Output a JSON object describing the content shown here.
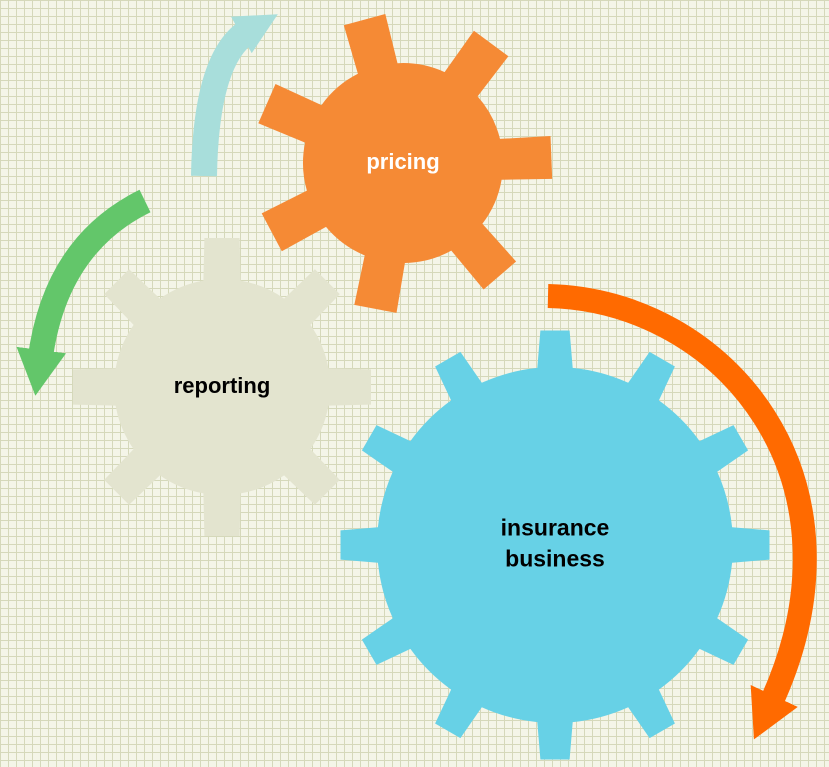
{
  "diagram": {
    "gears": {
      "pricing": {
        "label_lines": [
          "pricing"
        ],
        "fill": "#f58a35",
        "text_color": "#ffffff"
      },
      "reporting": {
        "label_lines": [
          "reporting"
        ],
        "fill": "#e3e4cf",
        "text_color": "#000000"
      },
      "insurance_business": {
        "label_lines": [
          "insurance",
          "business"
        ],
        "fill": "#67d1e6",
        "text_color": "#000000"
      }
    },
    "arrows": {
      "teal": {
        "color": "#a8dedb"
      },
      "green": {
        "color": "#63c66a"
      },
      "orange": {
        "color": "#ff6a00"
      }
    }
  }
}
